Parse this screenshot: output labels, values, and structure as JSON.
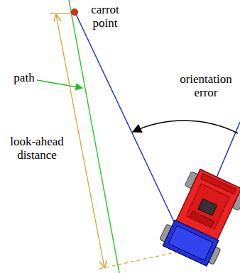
{
  "diagram": {
    "labels": [
      "carrot point",
      "path",
      "orientation error",
      "look-ahead distance"
    ]
  }
}
